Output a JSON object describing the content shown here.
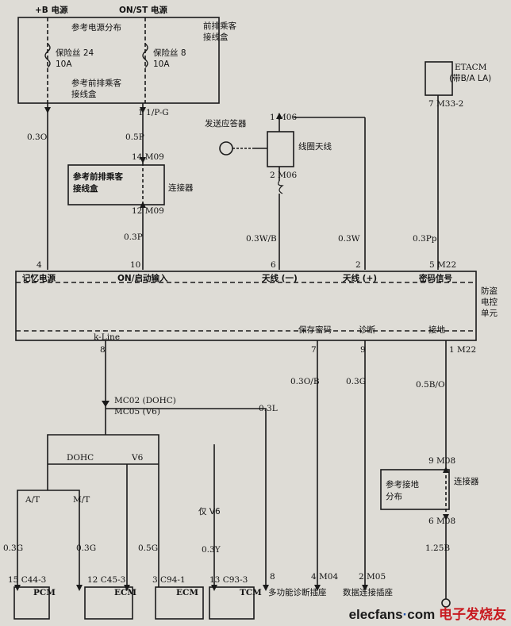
{
  "power": {
    "b_plus": "+B 电源",
    "on_st": "ON/ST 电源",
    "ref_power_dist": "参考电源分布",
    "fuse24_name": "保险丝 24",
    "fuse24_amp": "10A",
    "fuse8_name": "保险丝 8",
    "fuse8_amp": "10A",
    "ref_junction": "参考前排乘客",
    "ref_junction2": "接线盒",
    "front_junction": "前排乘客",
    "front_junction2": "接线盒"
  },
  "connectors": {
    "p_g": "1 1/P-G",
    "m09_top": "14 M09",
    "m09_bot": "12 M09",
    "m06_top": "1 M06",
    "m06_bot": "2 M06",
    "m33": "7 M33-2",
    "m22_top": "5 M22",
    "m22_bot": "1 M22",
    "m08_top": "9 M08",
    "m08_bot": "6 M08",
    "mc02": "MC02 (DOHC)",
    "mc05": "MC05 (V6)",
    "c44": "15 C44-3",
    "c45": "12 C45-3",
    "c94": "3 C94-1",
    "c93": "13 C93-3",
    "m04": "4 M04",
    "m05": "2 M05",
    "pin8_diag": "8",
    "pin4": "4",
    "pin10": "10",
    "pin6": "6",
    "pin2": "2",
    "pin8_kline": "8",
    "pin7": "7",
    "pin9": "9"
  },
  "wires": {
    "w_03o": "0.3O",
    "w_05p": "0.5P",
    "w_03p": "0.3P",
    "w_03wb": "0.3W/B",
    "w_03w": "0.3W",
    "w_03pp": "0.3Pp",
    "w_03ob": "0.3O/B",
    "w_03g_mid": "0.3G",
    "w_05bo": "0.5B/O",
    "w_125b": "1.25B",
    "w_03l": "0.3L",
    "w_03g_pcm": "0.3G",
    "w_03g_ecm": "0.3G",
    "w_05g": "0.5G",
    "w_03y": "0.3Y"
  },
  "components": {
    "ref_junction_a": "参考前排乘客",
    "ref_junction_b": "接线盒",
    "connector_word": "连接器",
    "transponder": "发送应答器",
    "coil_antenna": "线圈天线",
    "etacm": "ETACM",
    "etacm_sub": "(带B/A LA)",
    "memory_power": "记忆电源",
    "on_start_input": "ON/启动输入",
    "antenna_minus": "天线 (一)",
    "antenna_plus": "天线 (+)",
    "code_signal": "密码信号",
    "immobilizer_1": "防盗",
    "immobilizer_2": "电控",
    "immobilizer_3": "单元",
    "k_line": "k-Line",
    "save_code": "保存密码",
    "diagnosis": "诊断",
    "ground": "接地",
    "ref_ground_a": "参考接地",
    "ref_ground_b": "分布",
    "connector_word2": "连接器",
    "dohc": "DOHC",
    "v6": "V6",
    "at": "A/T",
    "mt": "M/T",
    "only_v6": "仅 V6",
    "pcm": "PCM",
    "ecm1": "ECM",
    "ecm2": "ECM",
    "tcm": "TCM",
    "multi_diag": "多功能诊断插座",
    "data_link": "数据连接插座"
  },
  "watermark": {
    "part1": "elecfans",
    "part2": "·",
    "part3": "com",
    "part4": " 电子发烧友"
  }
}
